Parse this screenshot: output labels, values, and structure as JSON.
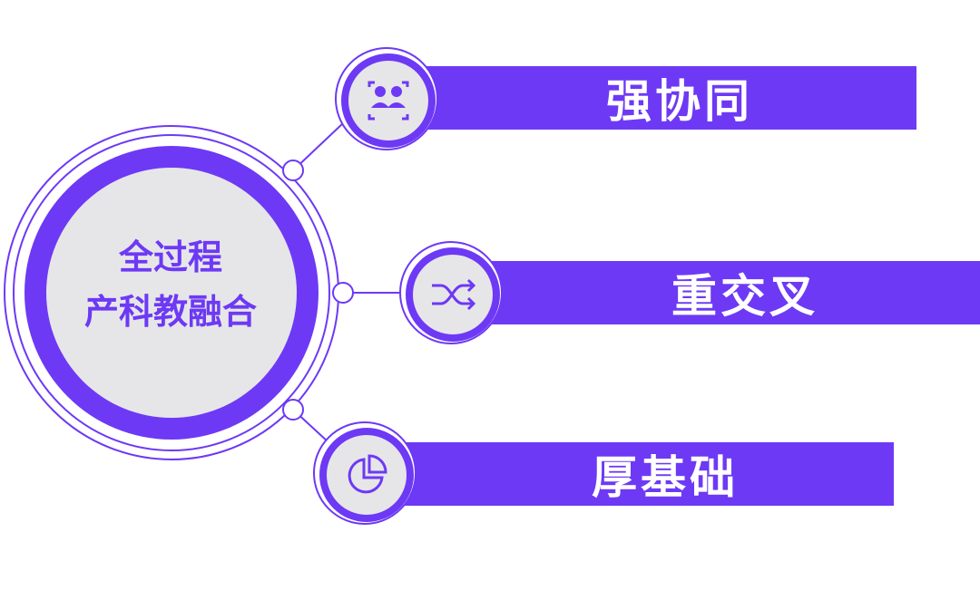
{
  "center": {
    "line1": "全过程",
    "line2": "产科教融合"
  },
  "items": [
    {
      "label": "强协同",
      "icon": "collaboration-icon"
    },
    {
      "label": "重交叉",
      "icon": "shuffle-icon"
    },
    {
      "label": "厚基础",
      "icon": "pie-chart-icon"
    }
  ],
  "colors": {
    "accent": "#6d39f5",
    "inner_fill": "#e6e6e8",
    "text_on_accent": "#ffffff"
  }
}
